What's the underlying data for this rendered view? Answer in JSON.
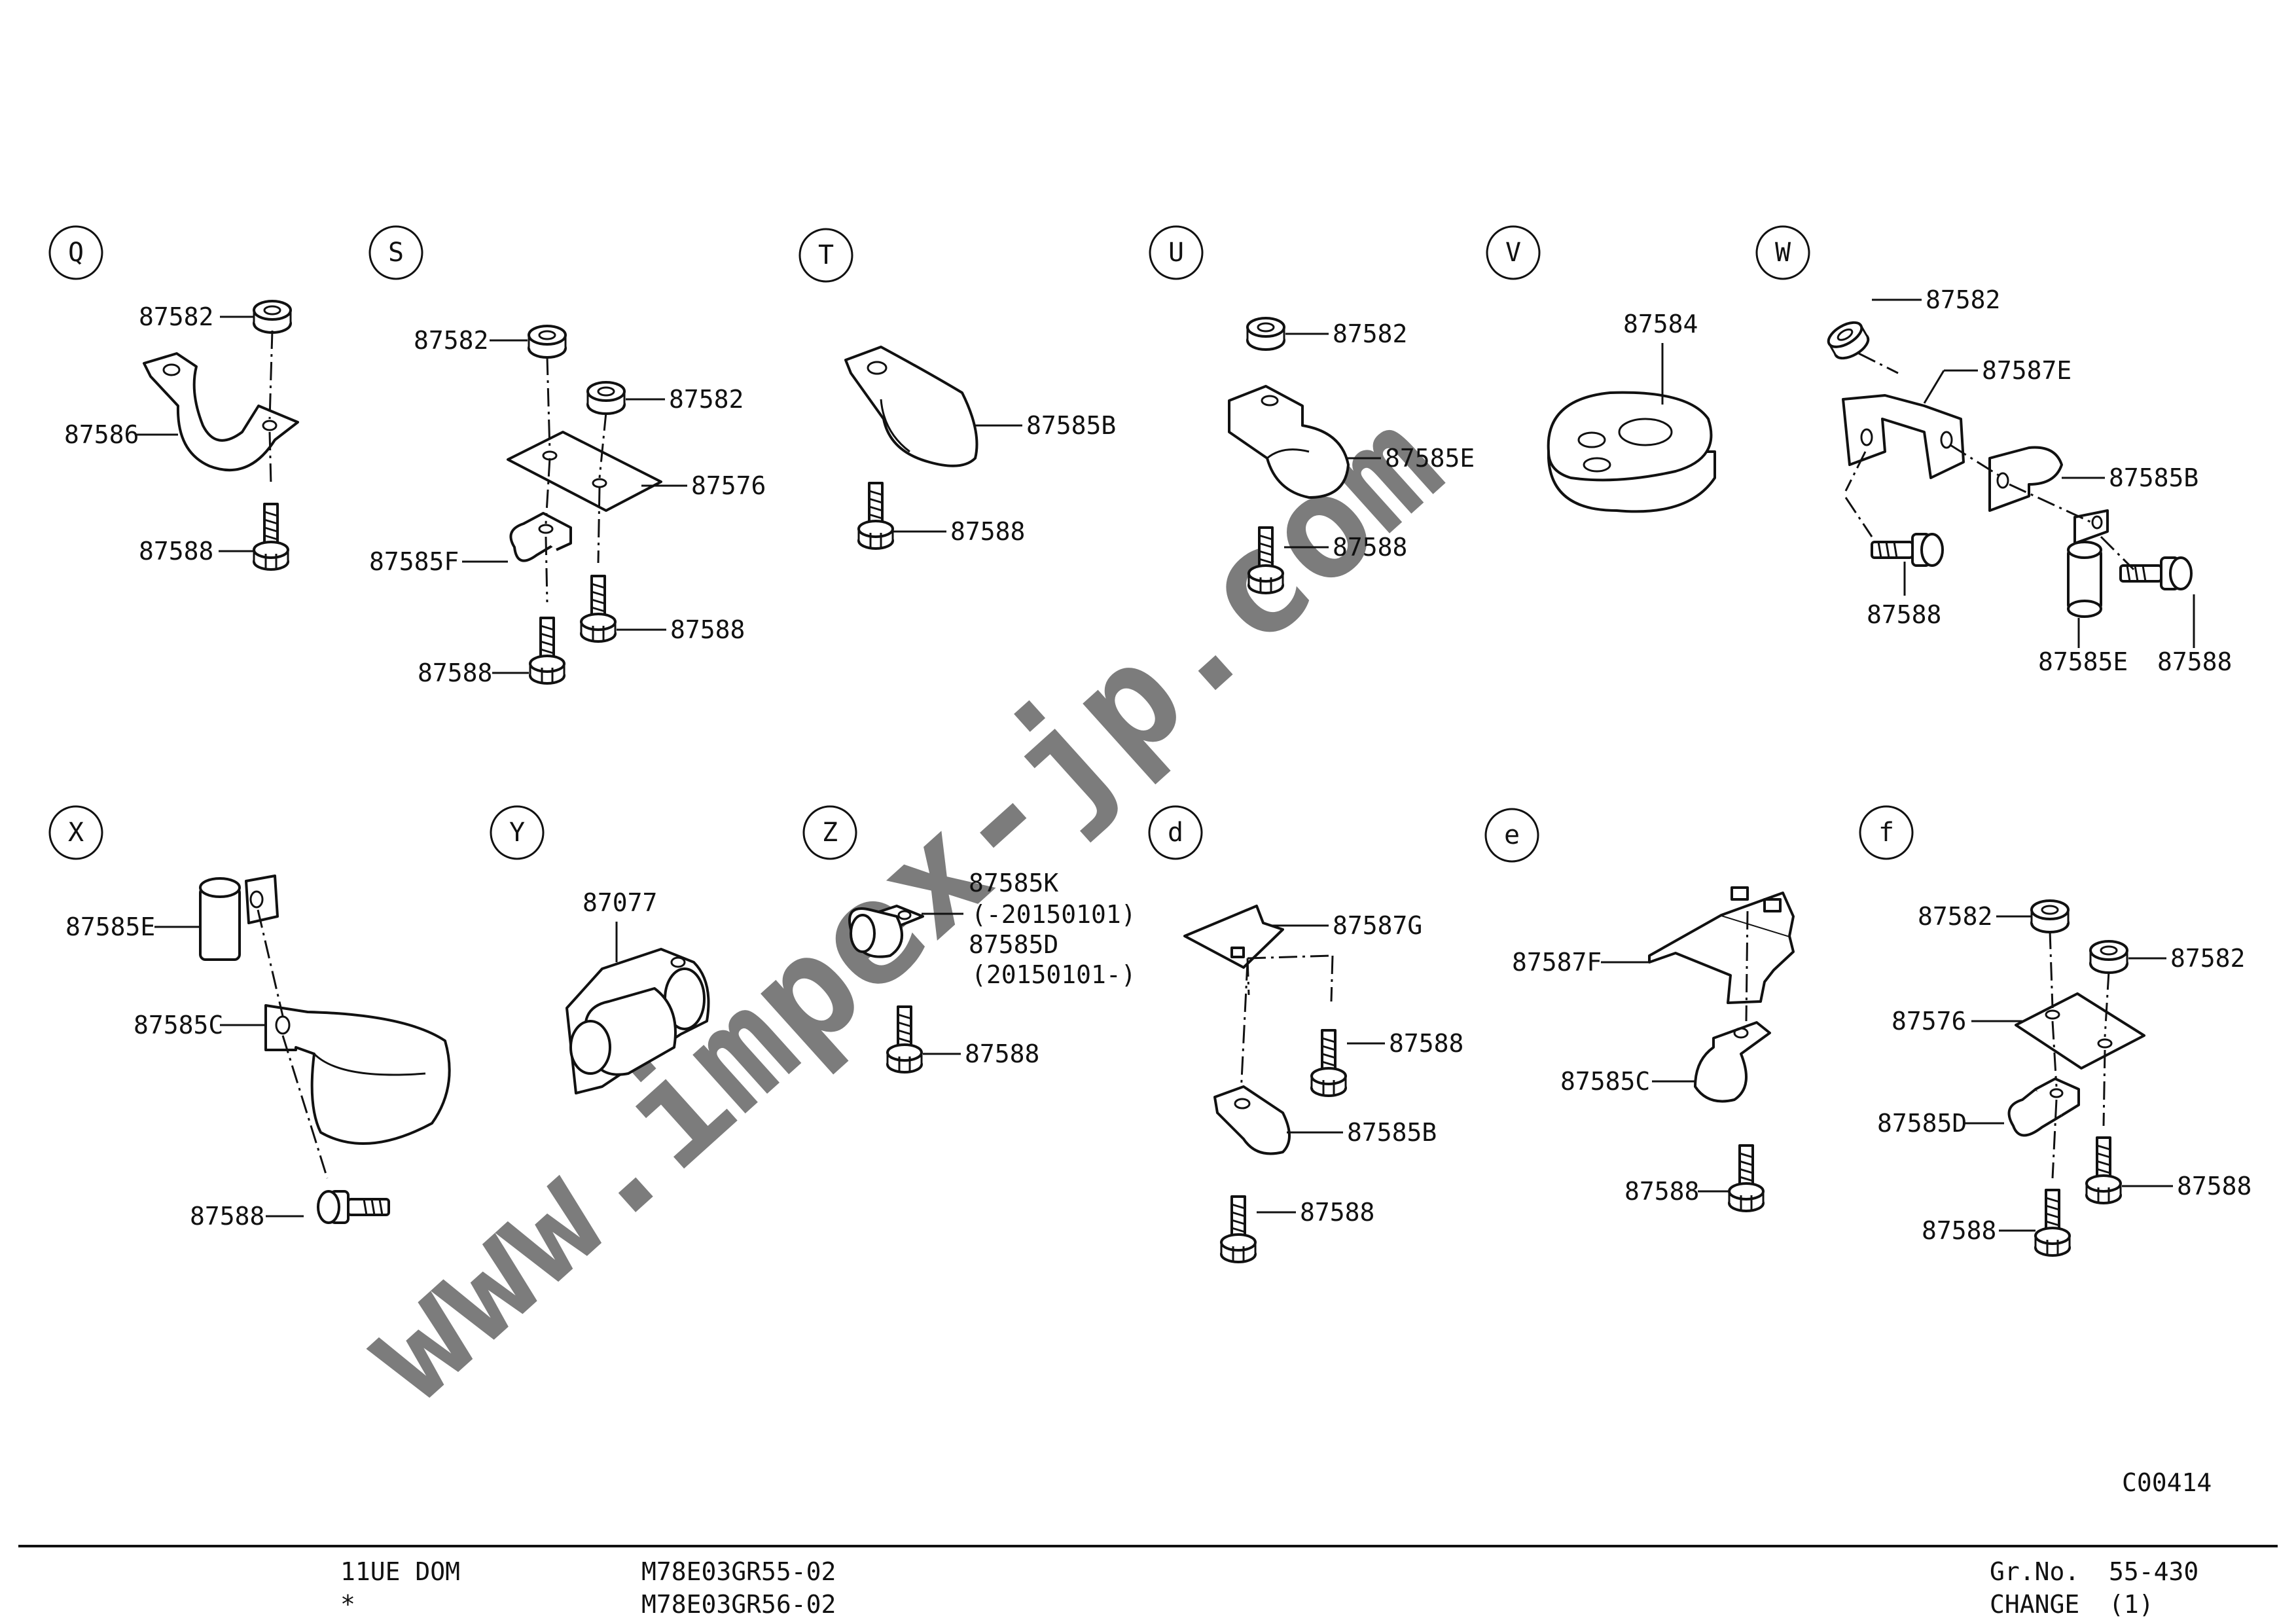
{
  "groups": [
    {
      "id": "Q",
      "labels": [
        "87582",
        "87586",
        "87588"
      ]
    },
    {
      "id": "S",
      "labels": [
        "87582",
        "87582",
        "87576",
        "87585F",
        "87588",
        "87588"
      ]
    },
    {
      "id": "T",
      "labels": [
        "87585B",
        "87588"
      ]
    },
    {
      "id": "U",
      "labels": [
        "87582",
        "87585E",
        "87588"
      ]
    },
    {
      "id": "V",
      "labels": [
        "87584"
      ]
    },
    {
      "id": "W",
      "labels": [
        "87582",
        "87587E",
        "87585B",
        "87588",
        "87585E",
        "87588"
      ]
    },
    {
      "id": "X",
      "labels": [
        "87585E",
        "87585C",
        "87588"
      ]
    },
    {
      "id": "Y",
      "labels": [
        "87077"
      ]
    },
    {
      "id": "Z",
      "labels": [
        "87585K",
        "(-20150101)",
        "87585D",
        "(20150101-)",
        "87588"
      ]
    },
    {
      "id": "d",
      "labels": [
        "87587G",
        "87588",
        "87585B",
        "87588"
      ]
    },
    {
      "id": "e",
      "labels": [
        "87587F",
        "87585C",
        "87588"
      ]
    },
    {
      "id": "f",
      "labels": [
        "87582",
        "87582",
        "87576",
        "87585D",
        "87588",
        "87588"
      ]
    }
  ],
  "illustration_code": "C00414",
  "watermark": "www.impex-jp.com",
  "footer": {
    "model": "11UE DOM",
    "asterisk": "*",
    "codes": [
      "M78E03GR55-02",
      "M78E03GR56-02"
    ],
    "grno_label": "Gr.No.",
    "grno_value": "55-430",
    "change_label": "CHANGE",
    "change_value": "(1)"
  },
  "colors": {
    "line": "#111111",
    "watermark": "#bdbdbd",
    "background": "#ffffff"
  }
}
